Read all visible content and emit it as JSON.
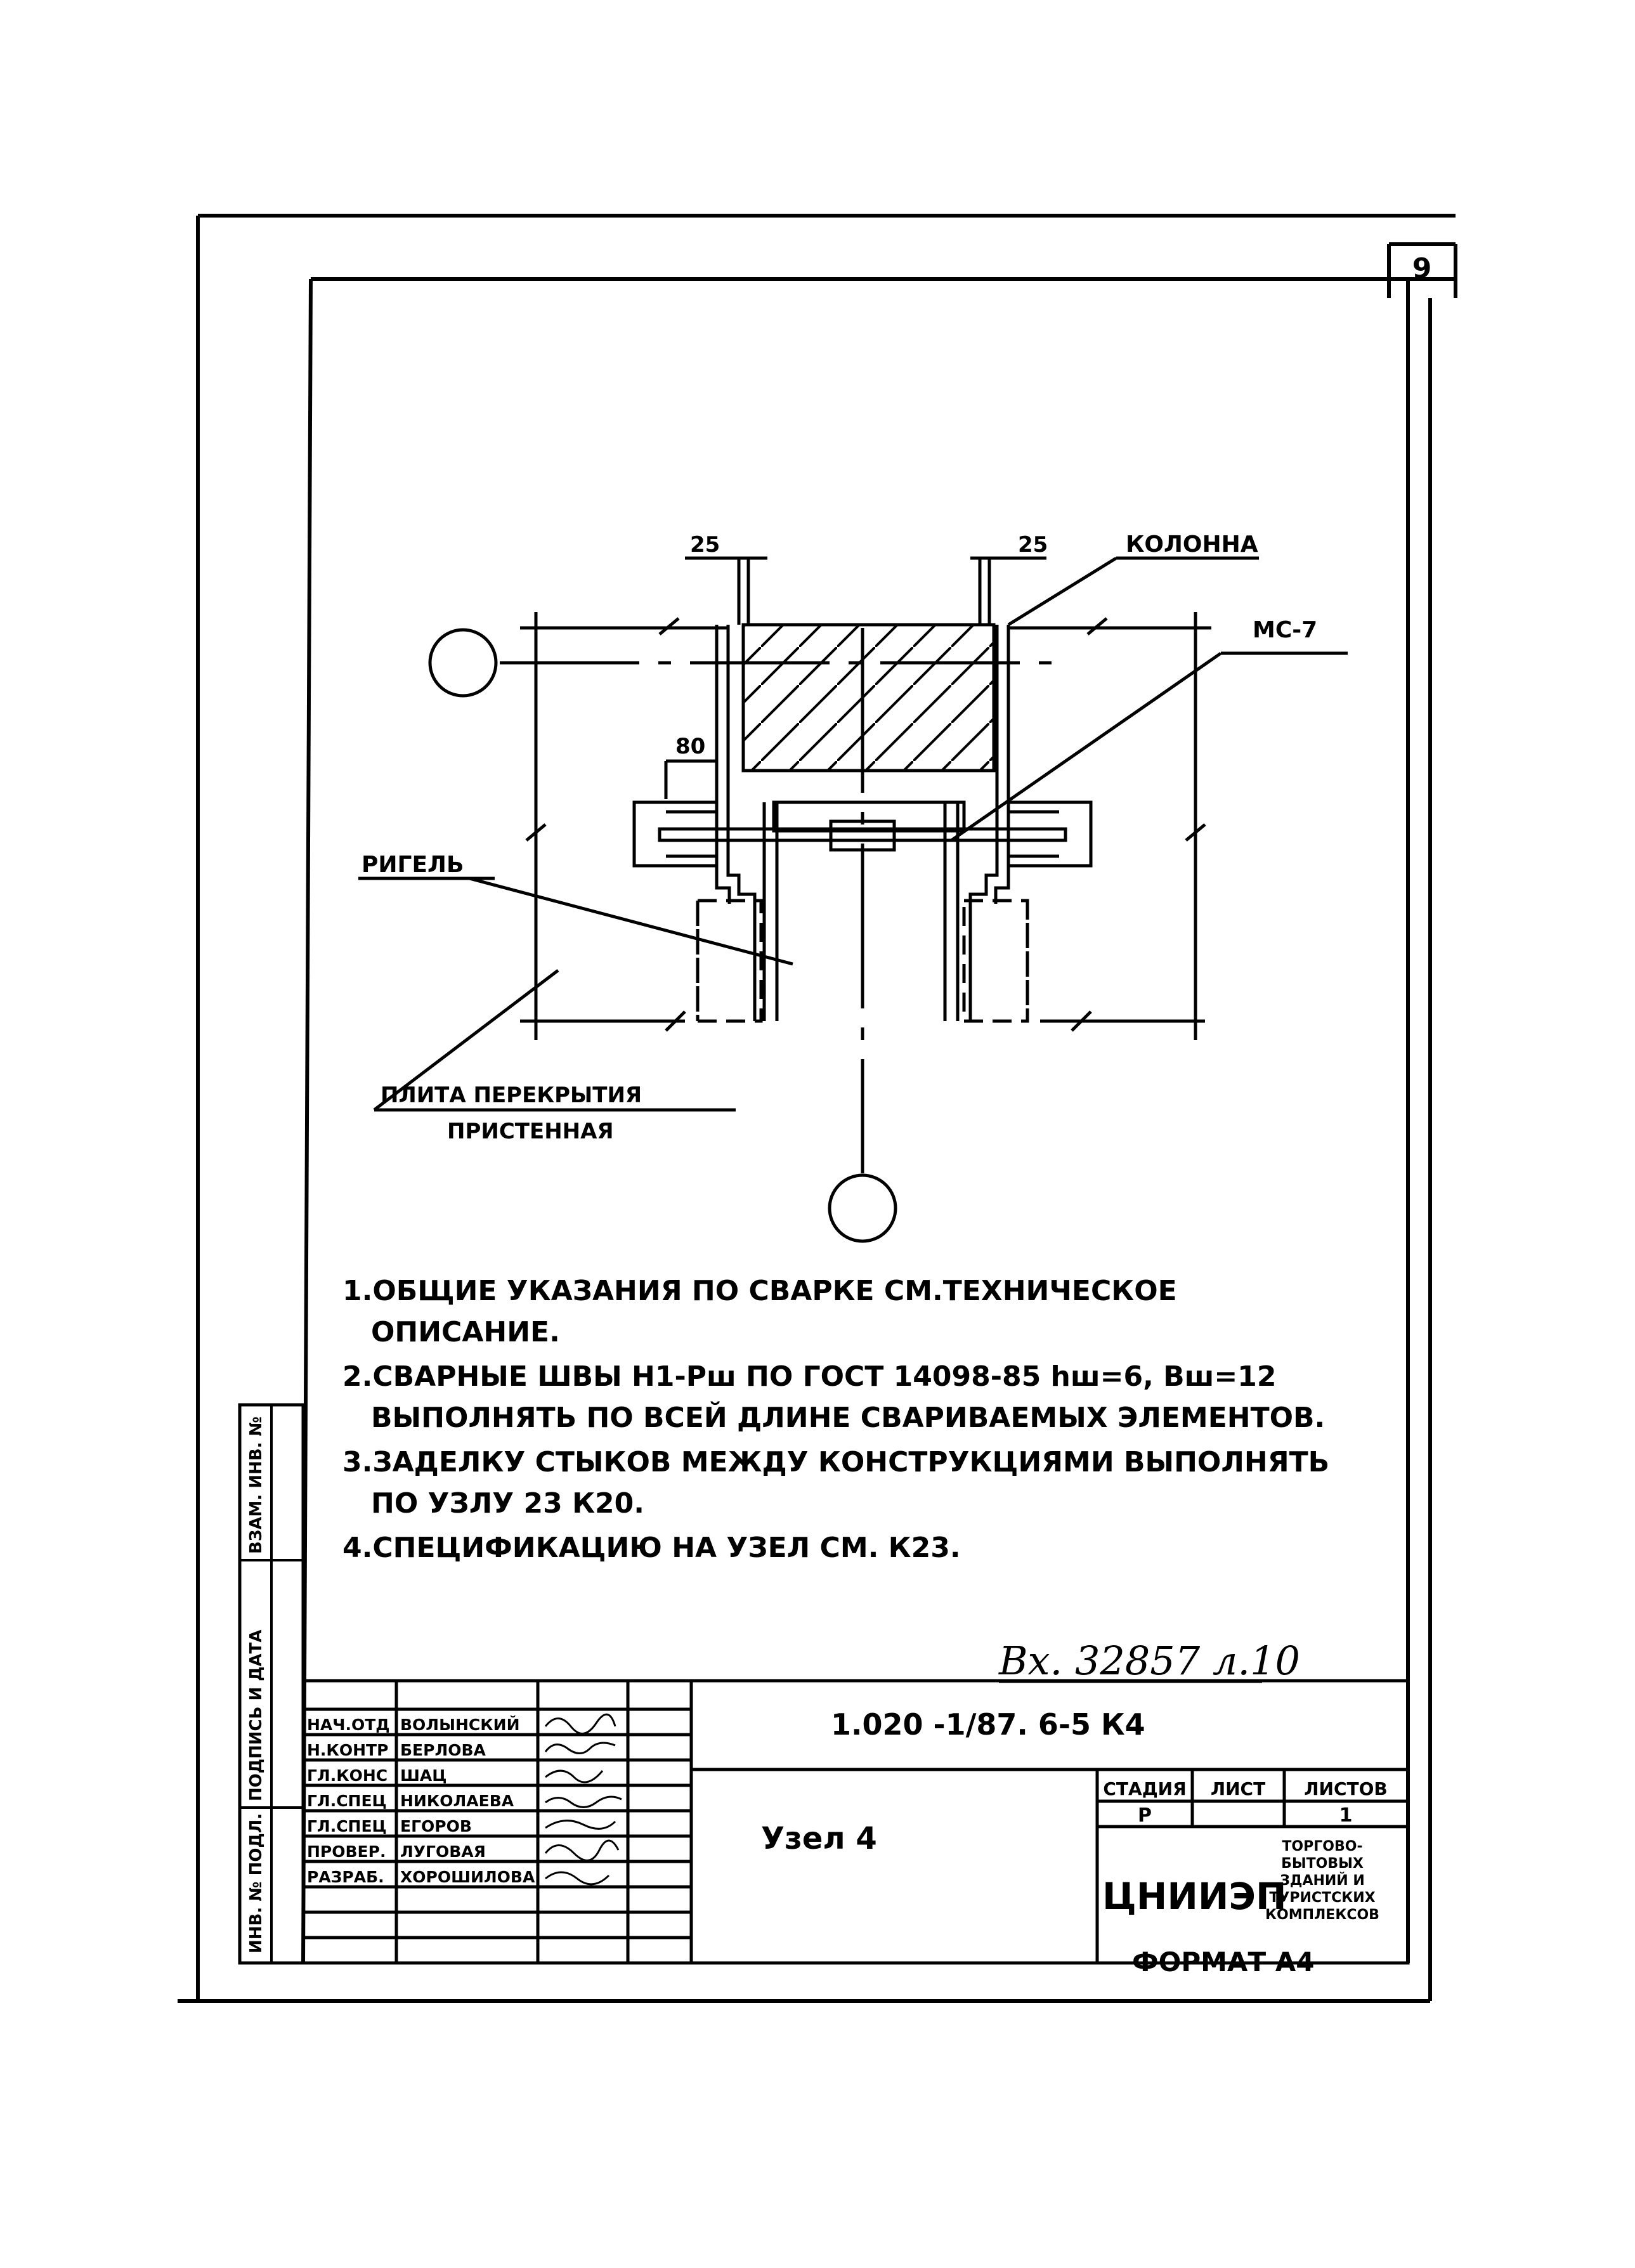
{
  "sheet_number": "9",
  "drawing": {
    "labels": {
      "column": "КОЛОННА",
      "ms": "МС-7",
      "rigel": "РИГЕЛЬ",
      "plate_line1": "ПЛИТА ПЕРЕКРЫТИЯ",
      "plate_line2": "ПРИСТЕННАЯ"
    },
    "dims": {
      "left_gap": "25",
      "right_gap": "25",
      "overlap": "80"
    }
  },
  "notes": [
    "1.ОБЩИЕ УКАЗАНИЯ ПО СВАРКЕ СМ.ТЕХНИЧЕСКОЕ",
    "ОПИСАНИЕ.",
    "2.СВАРНЫЕ ШВЫ Н1-Рш ПО ГОСТ 14098-85 hш=6, Вш=12",
    "ВЫПОЛНЯТЬ ПО ВСЕЙ ДЛИНЕ СВАРИВАЕМЫХ ЭЛЕМЕНТОВ.",
    "3.ЗАДЕЛКУ СТЫКОВ МЕЖДУ КОНСТРУКЦИЯМИ ВЫПОЛНЯТЬ",
    "ПО УЗЛУ 23 К20.",
    "4.СПЕЦИФИКАЦИЮ НА УЗЕЛ СМ. К23."
  ],
  "handwritten_ref": "Вх. 32857 л.10",
  "side_stamp": [
    "ИНВ. № ПОДЛ.",
    "ПОДПИСЬ И ДАТА",
    "ВЗАМ. ИНВ. №"
  ],
  "title_block": {
    "code": "1.020 -1/87. 6-5  К4",
    "name": "Узел 4",
    "stage_header": "СТАДИЯ",
    "sheet_header": "ЛИСТ",
    "sheets_header": "ЛИСТОВ",
    "stage": "Р",
    "sheet": "",
    "sheets": "1",
    "org": "ЦНИИЭП",
    "org_desc": [
      "ТОРГОВО-",
      "БЫТОВЫХ",
      "ЗДАНИЙ И",
      "ТУРИСТСКИХ",
      "КОМПЛЕКСОВ"
    ],
    "staff": [
      {
        "role": "НАЧ.ОТД",
        "name": "ВОЛЫНСКИЙ"
      },
      {
        "role": "Н.КОНТР",
        "name": "БЕРЛОВА"
      },
      {
        "role": "ГЛ.КОНС",
        "name": "ШАЦ"
      },
      {
        "role": "ГЛ.СПЕЦ",
        "name": "НИКОЛАЕВА"
      },
      {
        "role": "ГЛ.СПЕЦ",
        "name": "ЕГОРОВ"
      },
      {
        "role": "ПРОВЕР.",
        "name": "ЛУГОВАЯ"
      },
      {
        "role": "РАЗРАБ.",
        "name": "ХОРОШИЛОВА"
      }
    ]
  },
  "format_label": "ФОРМАТ А4"
}
